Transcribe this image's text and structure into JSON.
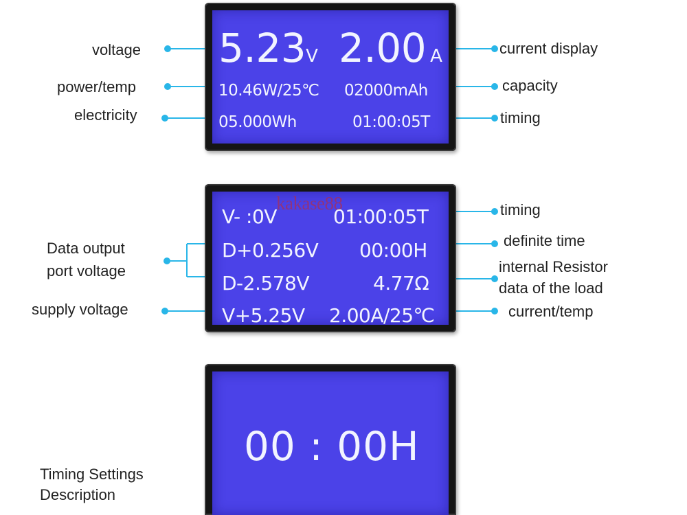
{
  "panel_main": {
    "voltage_value": "5.23",
    "voltage_unit": "V",
    "current_value": "2.00",
    "current_unit": "A",
    "power_temp": "10.46W/25℃",
    "capacity": "02000mAh",
    "energy": "05.000Wh",
    "timing": "01:00:05T"
  },
  "panel_data": {
    "row1_left": "V- :0V",
    "row1_right": "01:00:05T",
    "row2_left": "D+0.256V",
    "row2_right": "00:00H",
    "row3_left": "D-2.578V",
    "row3_right": "4.77Ω",
    "row4_left": "V+5.25V",
    "row4_right": "2.00A/25℃"
  },
  "panel_timer": {
    "value": "00 : 00H"
  },
  "labels": {
    "voltage": "voltage",
    "power_temp": "power/temp",
    "electricity": "electricity",
    "current_display": "current display",
    "capacity": "capacity",
    "timing_1": "timing",
    "timing_2": "timing",
    "definite_time": "definite time",
    "internal_resistor_1": "internal Resistor",
    "internal_resistor_2": "data of the load",
    "current_temp": "current/temp",
    "data_output_1": "Data output",
    "data_output_2": "port voltage",
    "supply_voltage": "supply voltage",
    "timing_settings_1": "Timing Settings",
    "timing_settings_2": "Description"
  },
  "watermark": "kakase88",
  "colors": {
    "lcd": "#4b42e8",
    "bezel": "#151515",
    "connector": "#29b6e8"
  }
}
